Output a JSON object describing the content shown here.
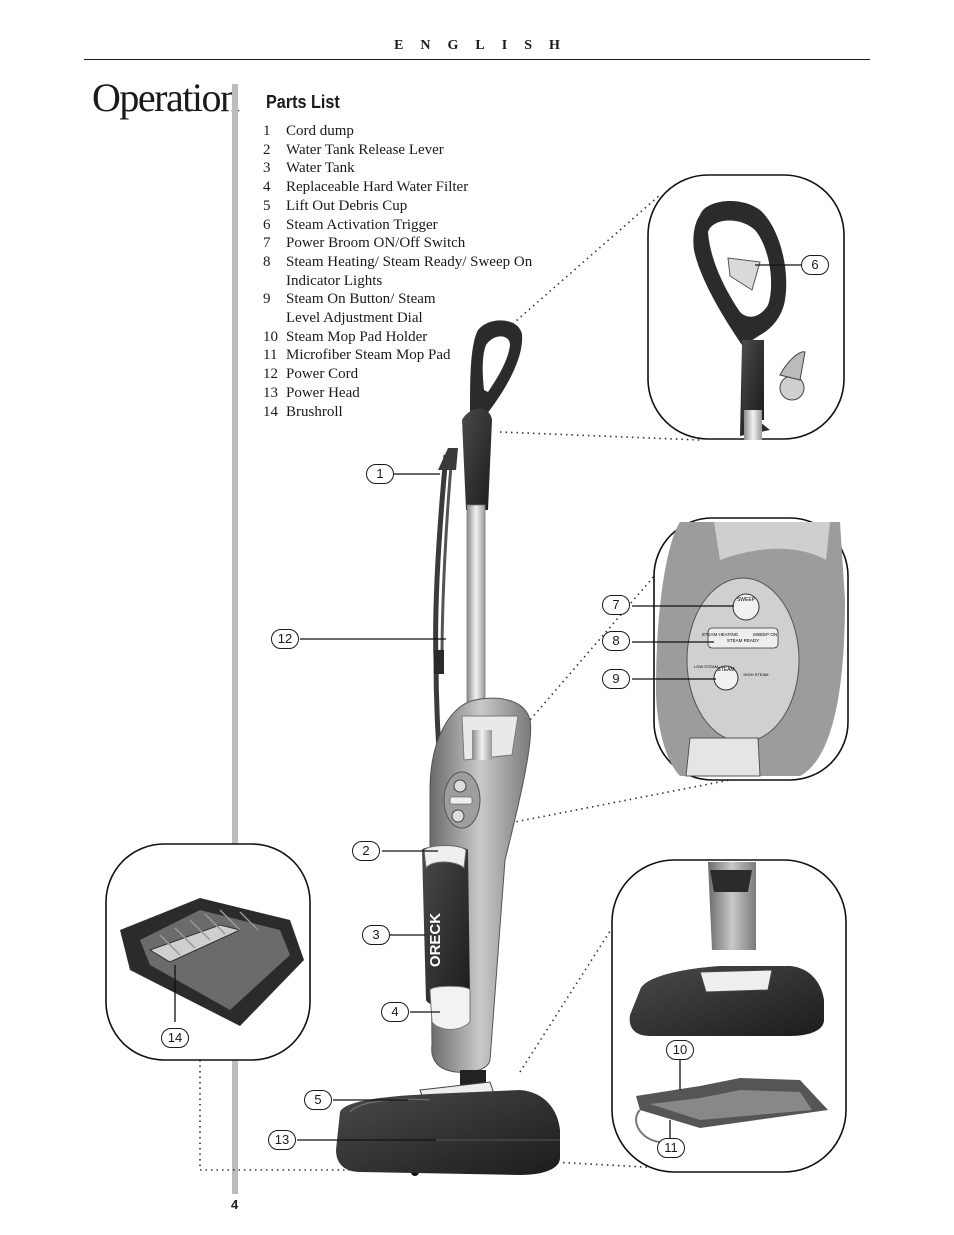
{
  "header": {
    "language": "ENGLISH"
  },
  "section_title": "Operation",
  "parts_list": {
    "heading": "Parts List",
    "items": [
      {
        "num": "1",
        "label": "Cord dump"
      },
      {
        "num": "2",
        "label": "Water Tank Release Lever"
      },
      {
        "num": "3",
        "label": "Water Tank"
      },
      {
        "num": "4",
        "label": "Replaceable Hard Water Filter"
      },
      {
        "num": "5",
        "label": "Lift Out Debris Cup"
      },
      {
        "num": "6",
        "label": "Steam Activation Trigger"
      },
      {
        "num": "7",
        "label": "Power Broom ON/Off Switch"
      },
      {
        "num": "8",
        "label": "Steam Heating/ Steam Ready/ Sweep On Indicator Lights"
      },
      {
        "num": "9",
        "label": "Steam On Button/ Steam Level Adjustment Dial"
      },
      {
        "num": "10",
        "label": "Steam Mop Pad Holder"
      },
      {
        "num": "11",
        "label": "Microfiber Steam Mop Pad"
      },
      {
        "num": "12",
        "label": "Power Cord"
      },
      {
        "num": "13",
        "label": "Power Head"
      },
      {
        "num": "14",
        "label": "Brushroll"
      }
    ]
  },
  "illustration": {
    "brand_mark": "ORECK",
    "panel_labels": {
      "sweep": "SWEEP",
      "steam_heating": "STEAM HEATING",
      "steam_ready": "STEAM READY",
      "sweep_on": "SWEEP ON",
      "steam": "STEAM",
      "low_steam": "LOW STEAM",
      "high_steam": "HIGH STEAM"
    },
    "callouts": [
      "1",
      "2",
      "3",
      "4",
      "5",
      "6",
      "7",
      "8",
      "9",
      "10",
      "11",
      "12",
      "13",
      "14"
    ]
  },
  "footer": {
    "page_number": "4"
  },
  "colors": {
    "text": "#1a1a1a",
    "rule_bar": "#bdbdbd",
    "device_dark": "#2b2b2b",
    "device_gray": "#9a9a9a"
  }
}
